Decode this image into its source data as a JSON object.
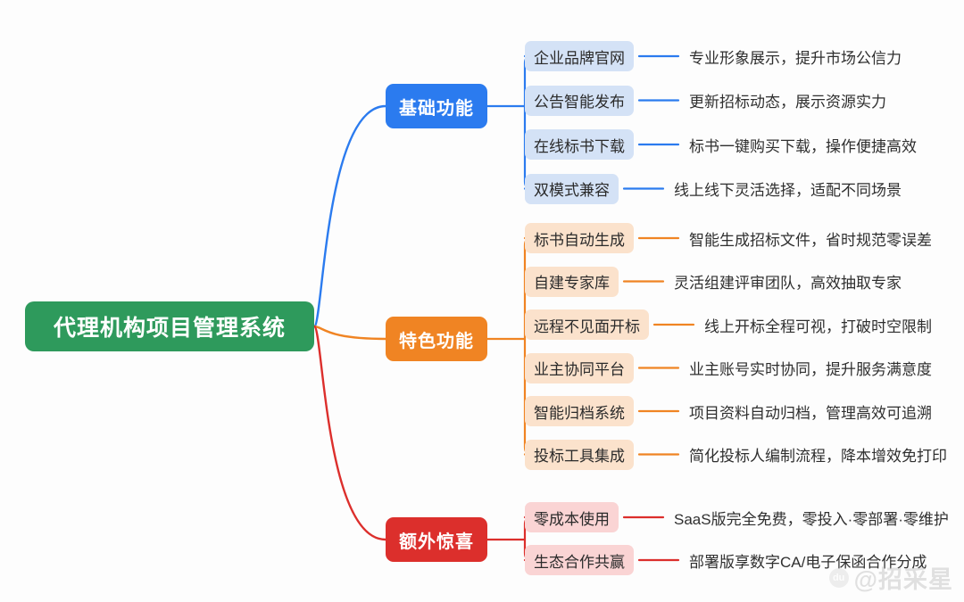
{
  "root": {
    "label": "代理机构项目管理系统",
    "color": "#2E9A5C"
  },
  "branches": [
    {
      "label": "基础功能",
      "color": "#2B7BEF",
      "leaf_color": "#D4E2F6",
      "items": [
        {
          "label": "企业品牌官网",
          "description": "专业形象展示，提升市场公信力"
        },
        {
          "label": "公告智能发布",
          "description": "更新招标动态，展示资源实力"
        },
        {
          "label": "在线标书下载",
          "description": "标书一键购买下载，操作便捷高效"
        },
        {
          "label": "双模式兼容",
          "description": "线上线下灵活选择，适配不同场景"
        }
      ]
    },
    {
      "label": "特色功能",
      "color": "#F08423",
      "leaf_color": "#FBE2CC",
      "items": [
        {
          "label": "标书自动生成",
          "description": "智能生成招标文件，省时规范零误差"
        },
        {
          "label": "自建专家库",
          "description": "灵活组建评审团队，高效抽取专家"
        },
        {
          "label": "远程不见面开标",
          "description": "线上开标全程可视，打破时空限制"
        },
        {
          "label": "业主协同平台",
          "description": "业主账号实时协同，提升服务满意度"
        },
        {
          "label": "智能归档系统",
          "description": "项目资料自动归档，管理高效可追溯"
        },
        {
          "label": "投标工具集成",
          "description": "简化投标人编制流程，降本增效免打印"
        }
      ]
    },
    {
      "label": "额外惊喜",
      "color": "#DC2F2C",
      "leaf_color": "#FAD4D4",
      "items": [
        {
          "label": "零成本使用",
          "description": "SaaS版完全免费，零投入·零部署·零维护"
        },
        {
          "label": "生态合作共赢",
          "description": "部署版享数字CA/电子保函合作分成"
        }
      ]
    }
  ],
  "watermark": {
    "badge": "du",
    "text": "@招采星"
  }
}
